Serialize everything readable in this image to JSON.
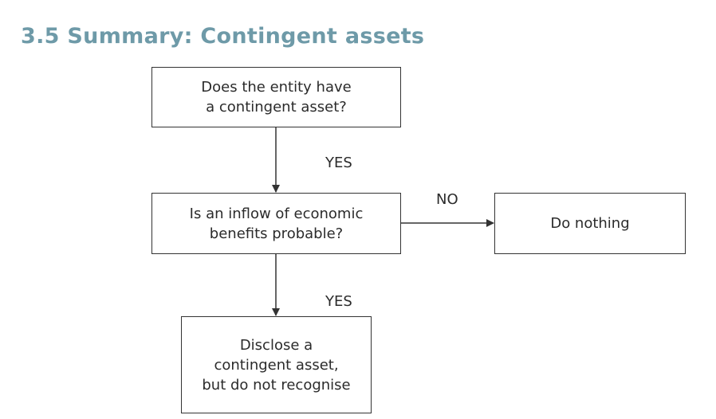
{
  "title": "3.5 Summary: Contingent assets",
  "flowchart": {
    "nodes": {
      "question_contingent_asset": "Does the entity have\na contingent asset?",
      "question_inflow_probable": "Is an inflow of economic\nbenefits probable?",
      "outcome_do_nothing": "Do nothing",
      "outcome_disclose": "Disclose a\ncontingent asset,\nbut do not recognise"
    },
    "edges": {
      "yes_1": "YES",
      "no": "NO",
      "yes_2": "YES"
    }
  },
  "colors": {
    "title": "#6e9aa8",
    "stroke": "#333333"
  }
}
